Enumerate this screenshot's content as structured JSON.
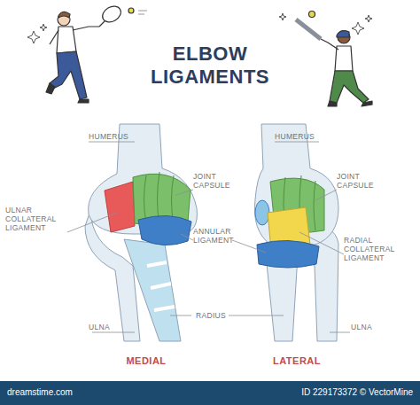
{
  "diagram": {
    "title": "ELBOW LIGAMENTS",
    "labels": [
      "HUMERUS",
      "HUMERUS",
      "JOINT CAPSULE",
      "JOINT CAPSULE",
      "ULNAR COLLATERAL LIGAMENT",
      "ANNULAR LIGAMENT",
      "RADIAL COLLATERAL LIGAMENT",
      "RADIUS",
      "ULNA",
      "ULNA",
      "MEDIAL",
      "LATERAL",
      "dreamstime.com",
      "ID 229173372 © VectorMine"
    ]
  }
}
